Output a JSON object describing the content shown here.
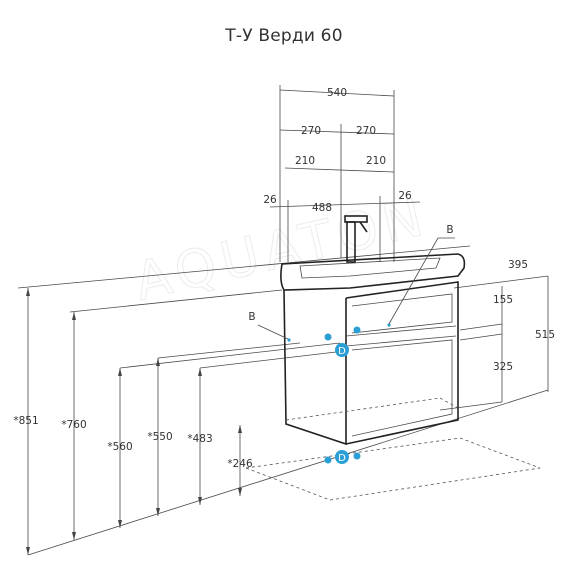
{
  "title": "Т-У Верди 60",
  "watermark": "AQUATON",
  "accent_color": "#2a9fd6",
  "dimensions": {
    "width_total": "540",
    "half_left": "270",
    "half_right": "270",
    "inner_left": "210",
    "inner_right": "210",
    "offset_left": "26",
    "offset_right": "26",
    "inner_width": "488",
    "depth": "395",
    "top_drawer": "155",
    "side_height": "515",
    "bottom_drawer": "325",
    "h_total": "*851",
    "h_760": "*760",
    "h_560": "*560",
    "h_550": "*550",
    "h_483": "*483",
    "h_246": "*246"
  },
  "markers": {
    "b_left": "B",
    "b_right": "B",
    "d_upper": "D",
    "d_lower": "D"
  }
}
